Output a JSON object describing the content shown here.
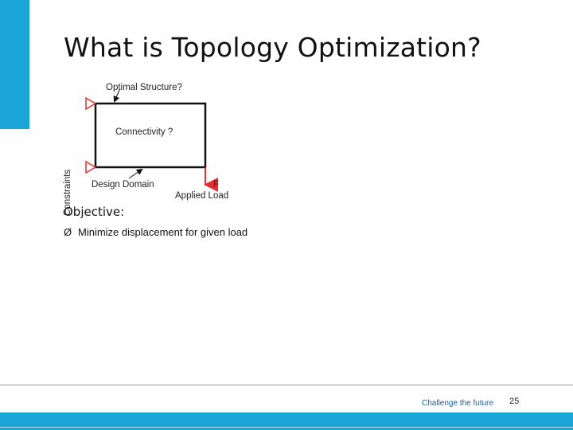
{
  "slide": {
    "title": "What is Topology Optimization?",
    "accent_color": "#1aa5d8",
    "page_number": "25",
    "footer_tagline": "Challenge the future"
  },
  "diagram": {
    "label_optimal": "Optimal Structure?",
    "label_connectivity": "Connectivity ?",
    "label_constraints": "Constraints",
    "label_design_domain": "Design Domain",
    "label_force": "F",
    "label_applied_load": "Applied Load",
    "support_color": "#e03030",
    "load_color": "#e03030"
  },
  "content": {
    "objective_heading": "Objective:",
    "bullet_symbol": "Ø",
    "bullet_text": "Minimize displacement for given load"
  }
}
